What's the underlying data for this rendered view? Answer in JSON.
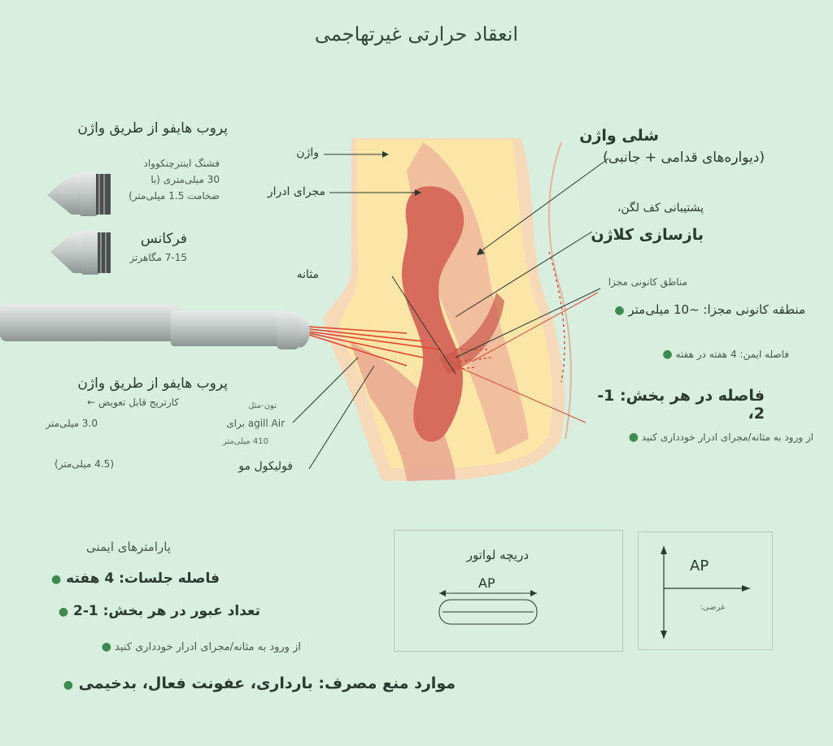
{
  "title": "انعقاد حرارتی غیرتهاجمی",
  "left_panel": {
    "probe_title": "پروب هایفو از طریق واژن",
    "cartridge_line1": "فشنگ اینترچنکوواد",
    "cartridge_line2": "30 میلی‌متری (با",
    "cartridge_line3": "ضخامت 1.5 میلی‌متر)",
    "frequency_label": "فرکانس",
    "frequency_value": "7-15 مگاهرتز",
    "probe2_title": "پروب هایفو از طریق واژن",
    "probe2_sub": "کارتریج قابل تعویض ←",
    "probe2_val1": "3.0 میلی‌متر",
    "probe2_val2": "(4.5 میلی‌متر)",
    "tone_line1": "تون-مثل",
    "tone_line2": "agill Air برای",
    "tone_line3": "410 میلی‌متر",
    "follicle": "فولیکول مو"
  },
  "anatomy_labels": {
    "vagina": "واژن",
    "urethra": "مجرای ادرار",
    "bladder": "مثانه"
  },
  "right_panel": {
    "laxity_title": "شلی واژن",
    "laxity_sub": "(دیواره‌های قدامی + جانبی)",
    "support_line1": "پشتیبانی کف لگن،",
    "support_line2": "بازسازی کلاژن",
    "focal_zones": "مناطق کانونی مجزا",
    "bullet1": "منطقه کانونی مجزا: ~10 میلی‌متر",
    "bullet2": "فاصله ایمن: 4 هفته در هفته",
    "bullet3": "فاصله در هر بخش: 1-2،",
    "bullet4": "از ورود به مثانه/مجرای ادرار خودداری کنید"
  },
  "safety": {
    "title": "پارامترهای ایمنی",
    "item1": "فاصله جلسات: 4 هفته",
    "item2": "تعداد عبور در هر بخش: 1-2",
    "item3": "از ورود به مثانه/مجرای ادرار خودداری کنید",
    "contra": "موارد منع مصرف: بارداری، عفونت فعال، بدخیمی"
  },
  "window_box": {
    "title": "دریچه لواتور",
    "ap": "AP"
  },
  "axis_box": {
    "ap": "AP",
    "width": "عرضی:"
  },
  "colors": {
    "background": "#d8eede",
    "skin": "#f6d9b8",
    "fat": "#fbe6a8",
    "muscle": "#e8a390",
    "organ": "#d86c5c",
    "ray": "#e0452e"
  }
}
